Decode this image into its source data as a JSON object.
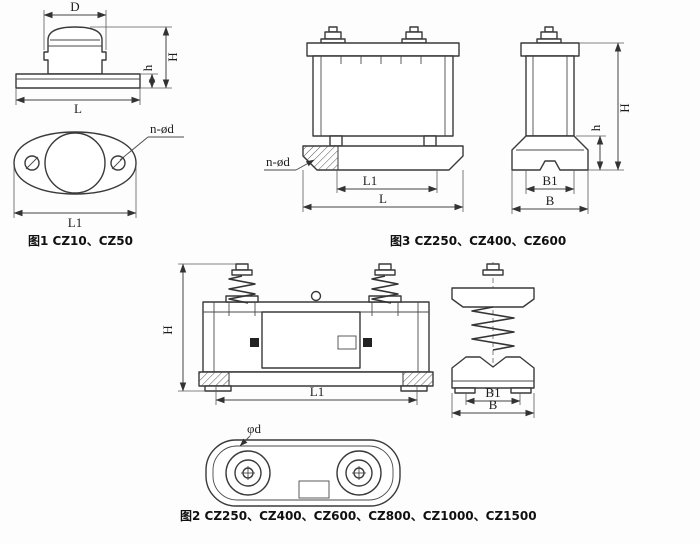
{
  "figure1": {
    "caption": "图1 CZ10、CZ50",
    "dim_D": "D",
    "dim_H": "H",
    "dim_h": "h",
    "dim_L": "L",
    "dim_L1": "L1",
    "dim_n_d": "n-ød"
  },
  "figure3": {
    "caption": "图3  CZ250、CZ400、CZ600",
    "dim_n_d": "n-ød",
    "dim_L1": "L1",
    "dim_L": "L",
    "dim_H": "H",
    "dim_h": "h",
    "dim_B1": "B1",
    "dim_B": "B"
  },
  "figure2": {
    "caption": "图2  CZ250、CZ400、CZ600、CZ800、CZ1000、CZ1500",
    "dim_H": "H",
    "dim_L1": "L1",
    "dim_B1": "B1",
    "dim_B": "B",
    "dim_d": "φd"
  }
}
